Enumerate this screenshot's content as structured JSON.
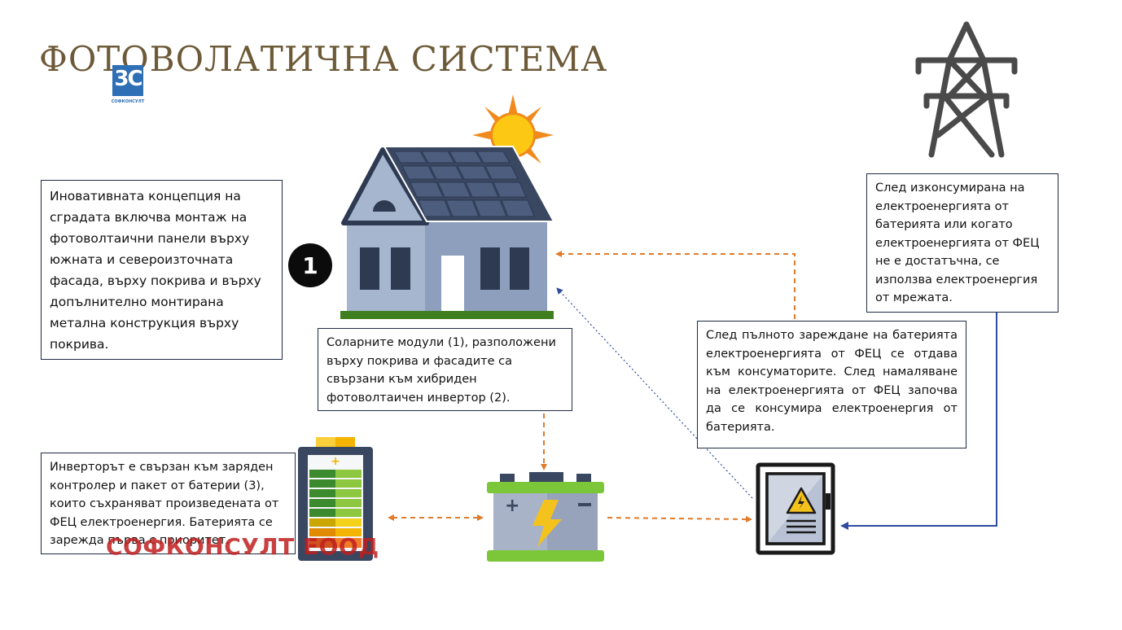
{
  "title": "ФОТОВОЛАТИЧНА СИСТЕМА",
  "logo": {
    "mark": "3С",
    "caption": "СОФКОНСУЛТ"
  },
  "badge": "1",
  "watermark": "СОФКОНСУЛТ ЕООД",
  "boxes": {
    "concept": "Иновативната концепция на сградата включва монтаж на фотоволтаични панели върху южната и североизточната фасада, върху покрива и върху допълнително монтирана метална конструкция върху покрива.",
    "modules": "Соларните модули (1), разположени върху покрива и фасадите са свързани към хибриден фотоволтаичен инвертор (2).",
    "inverter": "Инверторът е свързан към заряден контролер и пакет от батерии (3), които съхраняват произведената от ФЕЦ електроенергия. Батерията се зарежда първа с приоритет.",
    "full_charge": "След пълното зареждане на батерията електроенергията от ФЕЦ се отдава към консуматорите. След намаляване на електроенергията от ФЕЦ започва да се консумира електроенергия от батерията.",
    "grid": "След изконсумирана на електроенергията от батерията или когато електроенергията от ФЕЦ не е достатъчна, се използва електроенергия от мрежата."
  },
  "icons": [
    "house-with-solar-panels-icon",
    "sun-icon",
    "power-tower-icon",
    "battery-level-icon",
    "car-battery-icon",
    "electrical-panel-icon"
  ],
  "colors": {
    "title": "#6d5a38",
    "arrow_orange": "#e07b2a",
    "arrow_blue": "#2f4aa0",
    "watermark": "#c01e1e"
  }
}
